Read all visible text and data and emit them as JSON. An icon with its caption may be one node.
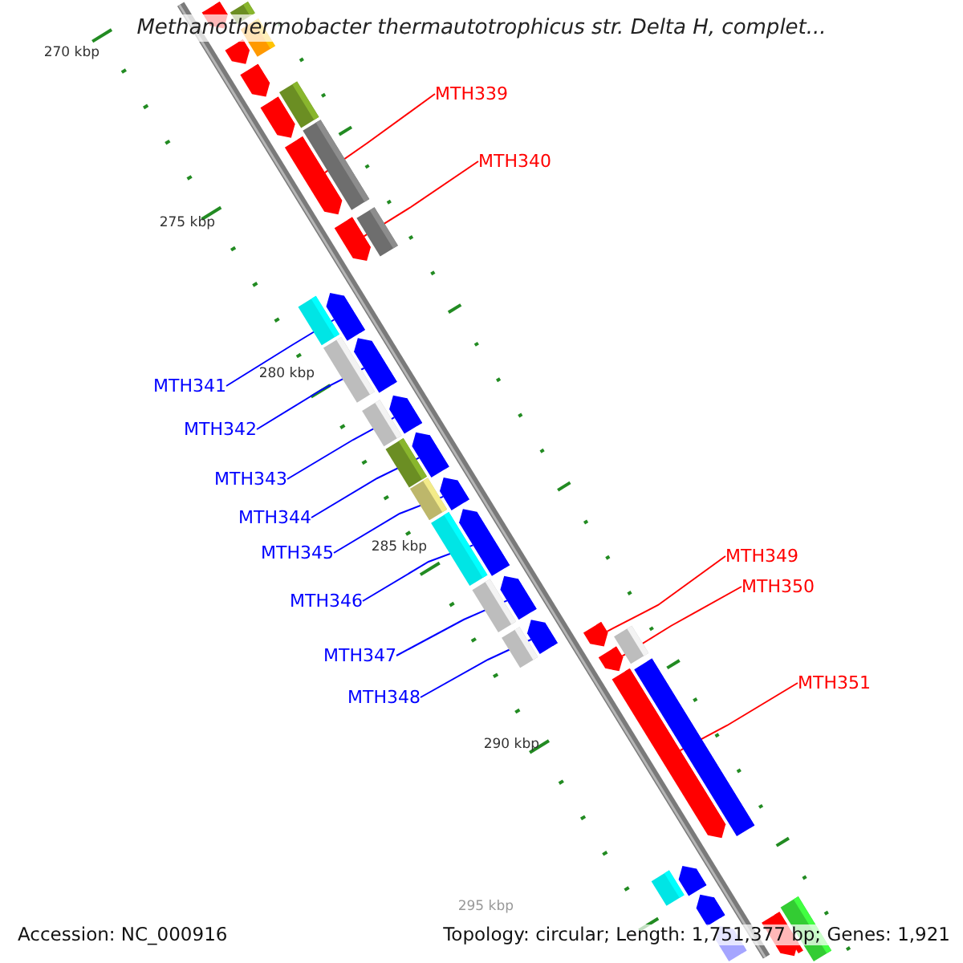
{
  "diagram": {
    "title": "Methanothermobacter thermautotrophicus str. Delta H, complet...",
    "nodes": [
      {
        "text": [
          "MTH339"
        ]
      },
      {
        "text": [],
        "shape": "bar"
      },
      {
        "text": [
          "MTH340"
        ]
      },
      {
        "text": [],
        "shape": "bar"
      },
      {
        "text": [
          "MTH341"
        ]
      },
      {
        "text": [],
        "shape": "bar"
      },
      {
        "text": [
          "MTH342"
        ]
      },
      {
        "text": [],
        "shape": "bar"
      },
      {
        "text": [
          "MTH343"
        ]
      },
      {
        "text": [],
        "shape": "bar"
      },
      {
        "text": [
          "MTH344"
        ]
      },
      {
        "text": [],
        "shape": "bar"
      },
      {
        "text": [
          "MTH345"
        ]
      },
      {
        "text": [],
        "shape": "bar"
      },
      {
        "text": [
          "MTH346"
        ]
      },
      {
        "text": [],
        "shape": "bar"
      },
      {
        "text": [
          "MTH347"
        ]
      },
      {
        "text": [],
        "shape": "bar"
      },
      {
        "text": [
          "MTH348"
        ]
      },
      {
        "text": [],
        "shape": "bar"
      },
      {
        "text": [
          "MTH349"
        ]
      },
      {
        "text": [],
        "shape": "bar"
      },
      {
        "text": [
          "MTH350"
        ]
      },
      {
        "text": [],
        "shape": "bar"
      },
      {
        "text": [
          "MTH351"
        ]
      },
      {
        "text": [],
        "shape": "bar"
      },
      {
        "text": [],
        "shape": "bar"
      },
      {
        "text": [],
        "shape": "bar"
      },
      {
        "text": [],
        "shape": "bar"
      },
      {
        "text": [],
        "shape": "bar"
      },
      {
        "text": [],
        "shape": "bar"
      },
      {
        "text": [],
        "shape": "bar"
      },
      {
        "text": [],
        "shape": "bar"
      },
      {
        "text": [],
        "shape": "bar"
      },
      {
        "text": [],
        "shape": "bar"
      },
      {
        "text": [],
        "shape": "bar"
      },
      {
        "text": [],
        "shape": "bar"
      },
      {
        "text": [],
        "shape": "bar"
      },
      {
        "text": [],
        "shape": "bar"
      },
      {
        "text": [],
        "shape": "bar"
      },
      {
        "text": [],
        "shape": "bar"
      },
      {
        "text": [],
        "shape": "bar"
      },
      {
        "text": [],
        "shape": "bar"
      },
      {
        "text": [],
        "shape": "bar"
      },
      {
        "text": [],
        "shape": "bar"
      },
      {
        "text": [],
        "shape": "bar"
      },
      {
        "text": [],
        "shape": "bar"
      },
      {
        "text": [],
        "shape": "bar"
      },
      {
        "text": [],
        "shape": "bar"
      },
      {
        "text": [],
        "shape": "bar"
      },
      {
        "text": [],
        "shape": "bar"
      }
    ],
    "edges": [
      {
        "from": 0,
        "to": 1,
        "arrow": "none",
        "color": "#ff0000"
      },
      {
        "from": 2,
        "to": 3,
        "arrow": "none",
        "color": "#ff0000"
      },
      {
        "from": 4,
        "to": 5,
        "arrow": "none"
      },
      {
        "from": 6,
        "to": 7,
        "arrow": "none"
      },
      {
        "from": 8,
        "to": 9,
        "arrow": "none"
      },
      {
        "from": 10,
        "to": 11,
        "arrow": "none"
      },
      {
        "from": 12,
        "to": 13,
        "arrow": "none"
      },
      {
        "from": 14,
        "to": 15,
        "arrow": "none"
      },
      {
        "from": 16,
        "to": 17,
        "arrow": "none"
      },
      {
        "from": 18,
        "to": 19,
        "arrow": "none"
      },
      {
        "from": 20,
        "to": 21,
        "arrow": "none",
        "color": "#ff0000"
      },
      {
        "from": 22,
        "to": 23,
        "arrow": "none",
        "color": "#ff0000"
      },
      {
        "from": 24,
        "to": 25,
        "arrow": "none",
        "color": "#ff0000"
      }
    ],
    "labels": [
      "270 kbp",
      "275 kbp",
      "280 kbp",
      "285 kbp",
      "290 kbp",
      "295 kbp",
      "Accession: NC_000916",
      "Topology: circular; Length: 1,751,377 bp; Genes: 1,921"
    ]
  }
}
